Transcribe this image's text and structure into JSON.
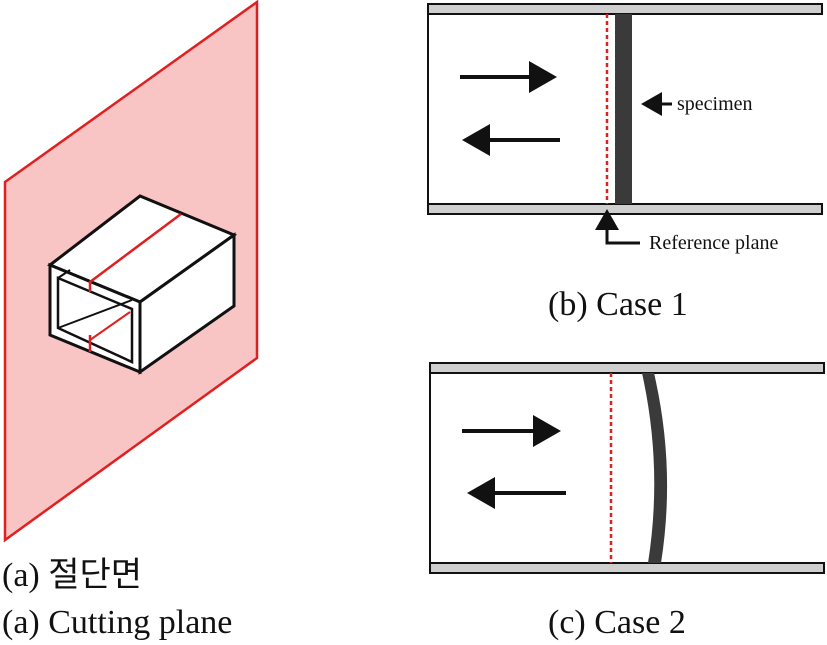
{
  "panel_a": {
    "caption_korean": "(a) 절단면",
    "caption_english": "(a) Cutting plane"
  },
  "panel_b": {
    "caption": "(b)  Case  1",
    "specimen_label": "specimen",
    "reference_label": "Reference plane"
  },
  "panel_c": {
    "caption": "(c)  Case  2"
  },
  "colors": {
    "plane_fill": "#f9c4c4",
    "plane_edge": "#e02020",
    "reference_line": "#e02020",
    "specimen": "#3a3a3a",
    "tube_wall": "#cfcfcf",
    "outline": "#111111"
  }
}
